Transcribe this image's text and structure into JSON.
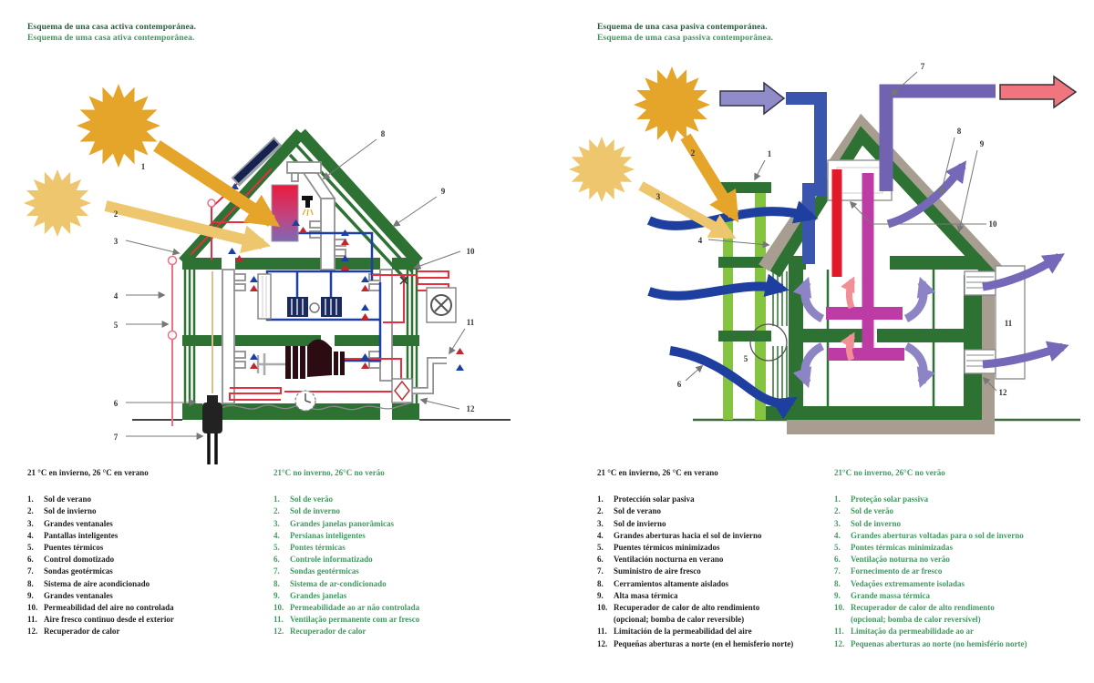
{
  "left": {
    "title_es": "Esquema de una casa activa contemporánea.",
    "title_pt": "Esquema de uma casa ativa contemporânea.",
    "callouts": [
      "1",
      "2",
      "3",
      "4",
      "5",
      "6",
      "7",
      "8",
      "9",
      "10",
      "11",
      "12"
    ],
    "legend_es": {
      "header": "21 °C en invierno, 26 °C en verano",
      "items": [
        {
          "n": "1.",
          "t": "Sol de verano"
        },
        {
          "n": "2.",
          "t": "Sol de invierno"
        },
        {
          "n": "3.",
          "t": "Grandes ventanales"
        },
        {
          "n": "4.",
          "t": "Pantallas inteligentes"
        },
        {
          "n": "5.",
          "t": "Puentes térmicos"
        },
        {
          "n": "6.",
          "t": "Control domotizado"
        },
        {
          "n": "7.",
          "t": "Sondas geotérmicas"
        },
        {
          "n": "8.",
          "t": "Sistema de aire acondicionado"
        },
        {
          "n": "9.",
          "t": "Grandes ventanales"
        },
        {
          "n": "10.",
          "t": "Permeabilidad del aire no controlada"
        },
        {
          "n": "11.",
          "t": "Aire fresco continuo desde el exterior"
        },
        {
          "n": "12.",
          "t": "Recuperador de calor"
        }
      ]
    },
    "legend_pt": {
      "header": "21°C no inverno, 26°C no verão",
      "items": [
        {
          "n": "1.",
          "t": "Sol de verão"
        },
        {
          "n": "2.",
          "t": "Sol de inverno"
        },
        {
          "n": "3.",
          "t": "Grandes janelas panorâmicas"
        },
        {
          "n": "4.",
          "t": "Persianas inteligentes"
        },
        {
          "n": "5.",
          "t": "Pontes térmicas"
        },
        {
          "n": "6.",
          "t": "Controle informatizado"
        },
        {
          "n": "7.",
          "t": "Sondas geotérmicas"
        },
        {
          "n": "8.",
          "t": "Sistema de ar-condicionado"
        },
        {
          "n": "9.",
          "t": "Grandes janelas"
        },
        {
          "n": "10.",
          "t": "Permeabilidade ao ar não controlada"
        },
        {
          "n": "11.",
          "t": "Ventilação permanente com ar fresco"
        },
        {
          "n": "12.",
          "t": "Recuperador de calor"
        }
      ]
    }
  },
  "right": {
    "title_es": "Esquema de una casa pasiva contemporánea.",
    "title_pt": "Esquema de uma casa passiva contemporânea.",
    "callouts": [
      "1",
      "2",
      "3",
      "4",
      "5",
      "6",
      "7",
      "8",
      "9",
      "10",
      "11",
      "12"
    ],
    "legend_es": {
      "header": "21 °C en invierno, 26 °C en verano",
      "items": [
        {
          "n": "1.",
          "t": "Protección solar pasiva"
        },
        {
          "n": "2.",
          "t": "Sol de verano"
        },
        {
          "n": "3.",
          "t": "Sol de invierno"
        },
        {
          "n": "4.",
          "t": "Grandes aberturas hacia el sol de invierno"
        },
        {
          "n": "5.",
          "t": "Puentes térmicos minimizados"
        },
        {
          "n": "6.",
          "t": "Ventilación nocturna en verano"
        },
        {
          "n": "7.",
          "t": "Suministro de aire fresco"
        },
        {
          "n": "8.",
          "t": "Cerramientos altamente aislados"
        },
        {
          "n": "9.",
          "t": "Alta masa térmica"
        },
        {
          "n": "10.",
          "t": "Recuperador de calor de alto rendimiento"
        },
        {
          "n": "",
          "t": "(opcional; bomba de calor reversible)"
        },
        {
          "n": "11.",
          "t": "Limitación de la permeabilidad del aire"
        },
        {
          "n": "12.",
          "t": "Pequeñas aberturas a norte (en el hemisferio norte)"
        }
      ]
    },
    "legend_pt": {
      "header": "21°C no inverno, 26°C no verão",
      "items": [
        {
          "n": "1.",
          "t": "Proteção solar passiva"
        },
        {
          "n": "2.",
          "t": "Sol de verão"
        },
        {
          "n": "3.",
          "t": "Sol de inverno"
        },
        {
          "n": "4.",
          "t": "Grandes aberturas voltadas para o sol de inverno"
        },
        {
          "n": "5.",
          "t": "Pontes térmicas minimizadas"
        },
        {
          "n": "6.",
          "t": "Ventilação noturna no verão"
        },
        {
          "n": "7.",
          "t": "Fornecimento de ar fresco"
        },
        {
          "n": "8.",
          "t": "Vedações extremamente isoladas"
        },
        {
          "n": "9.",
          "t": "Grande massa térmica"
        },
        {
          "n": "10.",
          "t": "Recuperador de calor de alto rendimento"
        },
        {
          "n": "",
          "t": "(opcional; bomba de calor reversível)"
        },
        {
          "n": "11.",
          "t": "Limitação da permeabilidade ao ar"
        },
        {
          "n": "12.",
          "t": "Pequenas aberturas ao norte (no hemisfério norte)"
        }
      ]
    }
  },
  "colors": {
    "structure_green": "#2e7233",
    "trellis_light_green": "#85c440",
    "insulation_gray": "#a79e91",
    "sun_amber": "#e5a52a",
    "sun_light": "#eec66e",
    "duct_blue": "#3a55ae",
    "duct_purple": "#7163b1",
    "duct_red": "#e3192a",
    "duct_magenta": "#bd3ba5",
    "exit_arrow_pink": "#f0757e",
    "inlet_arrow_lilac": "#8f8cc9",
    "air_in_blue": "#1e3fa0",
    "air_out_purple": "#7668b8",
    "legend_green": "#3f9a60",
    "pipe_red": "#e23040",
    "pipe_blue": "#1c3fa3",
    "screen_pink": "#ef6f85"
  }
}
